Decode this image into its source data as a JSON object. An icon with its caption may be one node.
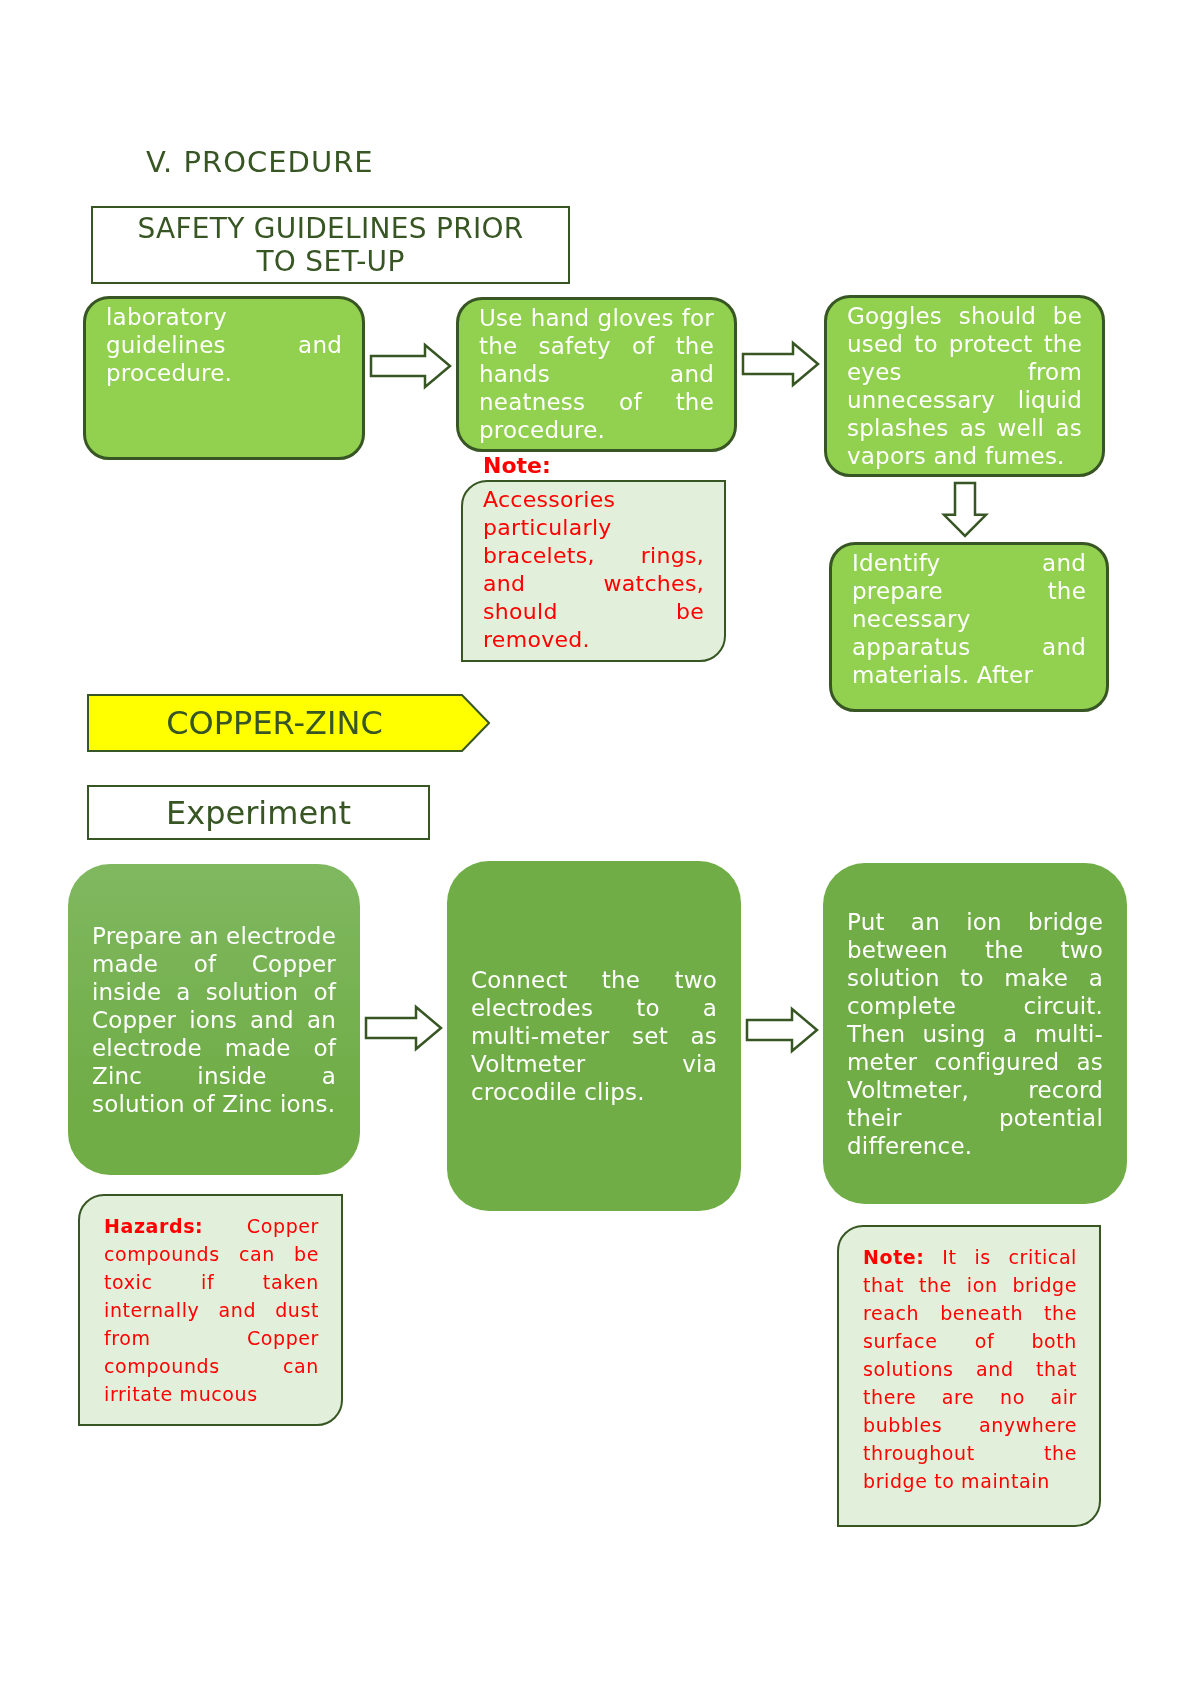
{
  "diagram": {
    "title": "V. PROCEDURE",
    "nodes": [
      {
        "text": [
          "SAFETY GUIDELINES PRIOR TO SET-UP"
        ]
      },
      {
        "text": [
          "laboratory guidelines and procedure."
        ]
      },
      {
        "text": [
          "Use hand gloves for the safety of the hands and neatness of the procedure."
        ]
      },
      {
        "text": [
          "Note:",
          "Accessories particularly bracelets, rings, and watches, should be removed."
        ]
      },
      {
        "text": [
          "Goggles should be used to protect the eyes from unnecessary liquid splashes as well as vapors and fumes."
        ]
      },
      {
        "text": [
          "Identify and prepare the necessary apparatus and materials. After"
        ]
      },
      {
        "text": [
          "COPPER-ZINC"
        ]
      },
      {
        "text": [
          "Experiment"
        ]
      },
      {
        "text": [
          "Prepare an electrode made of Copper inside a solution of Copper ions and an electrode made of Zinc inside a solution of Zinc ions."
        ]
      },
      {
        "text": [
          "Connect the two electrodes to a multi-meter set as Voltmeter via crocodile clips."
        ]
      },
      {
        "text": [
          "Put an ion bridge between the two solution to make a complete circuit. Then using a multi-meter configured as Voltmeter, record their potential difference."
        ]
      },
      {
        "text": [
          "**Hazards:** Copper compounds can be toxic if taken internally and dust from Copper compounds can irritate mucous"
        ]
      },
      {
        "text": [
          "**Note:** It is critical that the ion bridge reach beneath the surface of both solutions and that there are no air bubbles anywhere throughout the bridge to maintain"
        ]
      }
    ],
    "edges": [
      {
        "from": 1,
        "to": 2,
        "arrow": "to"
      },
      {
        "from": 2,
        "to": 4,
        "arrow": "to"
      },
      {
        "from": 4,
        "to": 5,
        "arrow": "to"
      },
      {
        "from": 8,
        "to": 9,
        "arrow": "to"
      },
      {
        "from": 9,
        "to": 10,
        "arrow": "to"
      }
    ]
  }
}
